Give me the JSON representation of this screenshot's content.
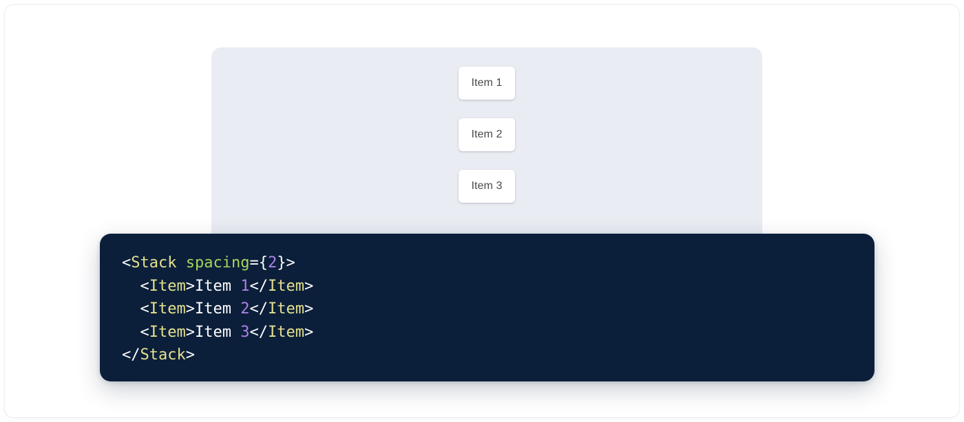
{
  "preview": {
    "panel_bg": "#e9ecf2",
    "stack": {
      "direction": "vertical",
      "spacing": 2,
      "items": [
        {
          "label": "Item 1"
        },
        {
          "label": "Item 2"
        },
        {
          "label": "Item 3"
        }
      ]
    }
  },
  "code": {
    "language": "jsx",
    "background": "#0b1f3a",
    "colors": {
      "tag": "#e6e08e",
      "attribute": "#a4d65c",
      "number": "#ae80e8",
      "punctuation": "#ffffff",
      "text": "#ffffff"
    },
    "lines": [
      {
        "indent": "",
        "tokens": [
          {
            "t": "punct",
            "v": "<"
          },
          {
            "t": "tag",
            "v": "Stack"
          },
          {
            "t": "text",
            "v": " "
          },
          {
            "t": "attr",
            "v": "spacing"
          },
          {
            "t": "punct",
            "v": "={"
          },
          {
            "t": "num",
            "v": "2"
          },
          {
            "t": "punct",
            "v": "}>"
          }
        ]
      },
      {
        "indent": "  ",
        "tokens": [
          {
            "t": "punct",
            "v": "<"
          },
          {
            "t": "tag",
            "v": "Item"
          },
          {
            "t": "punct",
            "v": ">"
          },
          {
            "t": "text",
            "v": "Item "
          },
          {
            "t": "num",
            "v": "1"
          },
          {
            "t": "punct",
            "v": "</"
          },
          {
            "t": "tag",
            "v": "Item"
          },
          {
            "t": "punct",
            "v": ">"
          }
        ]
      },
      {
        "indent": "  ",
        "tokens": [
          {
            "t": "punct",
            "v": "<"
          },
          {
            "t": "tag",
            "v": "Item"
          },
          {
            "t": "punct",
            "v": ">"
          },
          {
            "t": "text",
            "v": "Item "
          },
          {
            "t": "num",
            "v": "2"
          },
          {
            "t": "punct",
            "v": "</"
          },
          {
            "t": "tag",
            "v": "Item"
          },
          {
            "t": "punct",
            "v": ">"
          }
        ]
      },
      {
        "indent": "  ",
        "tokens": [
          {
            "t": "punct",
            "v": "<"
          },
          {
            "t": "tag",
            "v": "Item"
          },
          {
            "t": "punct",
            "v": ">"
          },
          {
            "t": "text",
            "v": "Item "
          },
          {
            "t": "num",
            "v": "3"
          },
          {
            "t": "punct",
            "v": "</"
          },
          {
            "t": "tag",
            "v": "Item"
          },
          {
            "t": "punct",
            "v": ">"
          }
        ]
      },
      {
        "indent": "",
        "tokens": [
          {
            "t": "punct",
            "v": "</"
          },
          {
            "t": "tag",
            "v": "Stack"
          },
          {
            "t": "punct",
            "v": ">"
          }
        ]
      }
    ]
  }
}
